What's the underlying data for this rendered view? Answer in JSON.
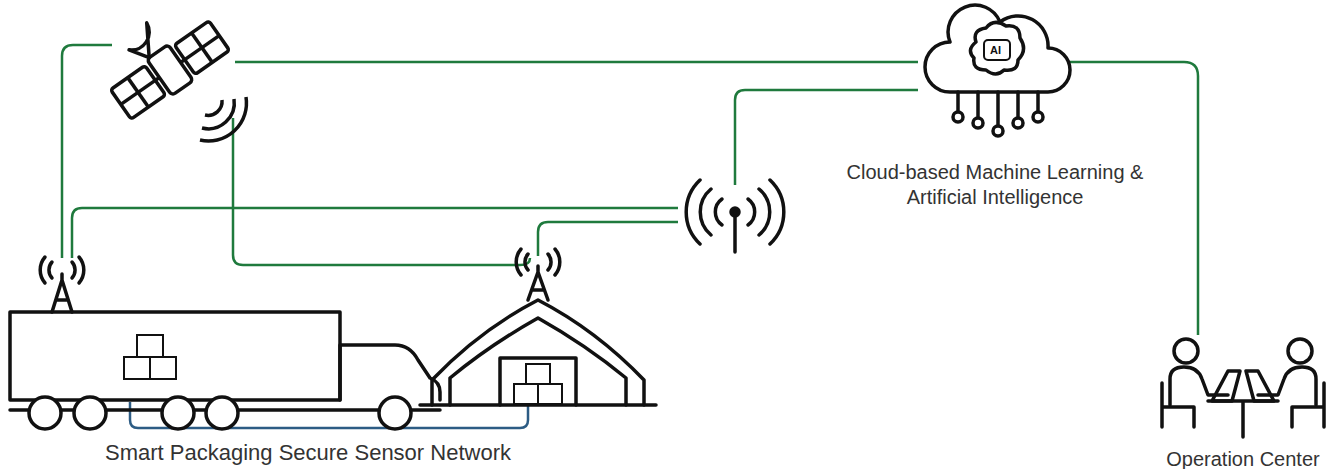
{
  "diagram": {
    "nodes": [
      {
        "text": [
          "AI",
          "Cloud-based Machine Learning & Artificial Intelligence"
        ]
      },
      {
        "text": [
          "Operation Center"
        ]
      }
    ],
    "edges": [
      {
        "from": 0,
        "to": 1,
        "arrow": "none"
      }
    ],
    "labels": [
      "Smart Packaging Secure Sensor Network"
    ]
  }
}
